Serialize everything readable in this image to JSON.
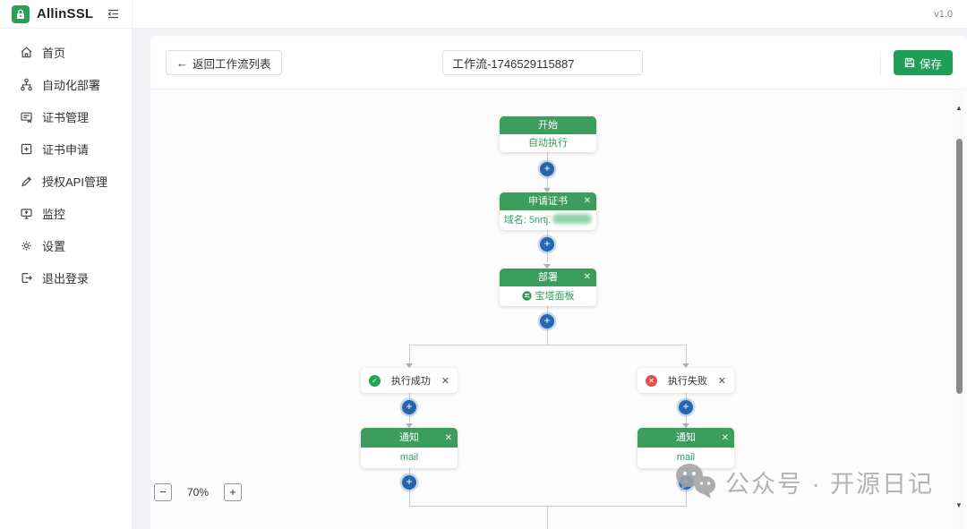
{
  "app": {
    "name": "AllinSSL",
    "version": "v1.0"
  },
  "sidebar": {
    "items": [
      {
        "label": "首页",
        "icon": "home-icon"
      },
      {
        "label": "自动化部署",
        "icon": "deploy-tree-icon"
      },
      {
        "label": "证书管理",
        "icon": "certificate-icon"
      },
      {
        "label": "证书申请",
        "icon": "add-square-icon"
      },
      {
        "label": "授权API管理",
        "icon": "pen-icon"
      },
      {
        "label": "监控",
        "icon": "monitor-icon"
      },
      {
        "label": "设置",
        "icon": "gear-icon"
      },
      {
        "label": "退出登录",
        "icon": "logout-icon"
      }
    ]
  },
  "toolbar": {
    "back_label": "返回工作流列表",
    "workflow_name": "工作流-1746529115887",
    "save_label": "保存"
  },
  "flow": {
    "start": {
      "title": "开始",
      "body": "自动执行"
    },
    "apply": {
      "title": "申请证书",
      "body_label": "域名: 5nrtj."
    },
    "deploy": {
      "title": "部署",
      "body": "宝塔面板"
    },
    "success": {
      "label": "执行成功"
    },
    "fail": {
      "label": "执行失败"
    },
    "notify_success": {
      "title": "通知",
      "body": "mail"
    },
    "notify_fail": {
      "title": "通知",
      "body": "mail"
    }
  },
  "zoom": {
    "level": "70%"
  },
  "watermark": {
    "text": "公众号 · 开源日记"
  },
  "glyphs": {
    "back_arrow": "←",
    "close": "✕",
    "plus": "+",
    "minus": "−",
    "check": "✓",
    "cross": "✕",
    "up": "▲",
    "down": "▼"
  },
  "colors": {
    "node_green": "#3c9d5d",
    "accent_green": "#1f9e55",
    "plus_blue": "#2666b0",
    "error_red": "#e24f4f"
  }
}
